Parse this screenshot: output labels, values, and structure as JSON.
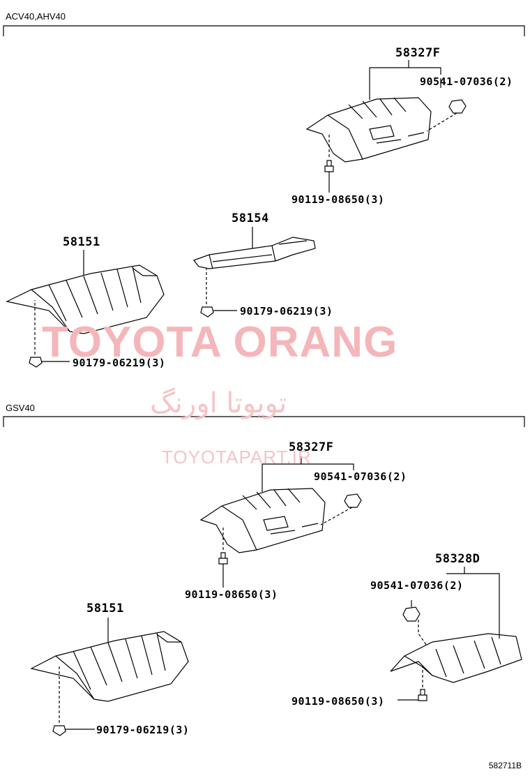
{
  "sections": [
    {
      "label": "ACV40,AHV40",
      "parts": {
        "upper_cover": "58327F",
        "upper_clip": "90541-07036(2)",
        "upper_bolt": "90119-08650(3)",
        "middle_plate": "58154",
        "middle_nut": "90179-06219(3)",
        "lower_cover": "58151",
        "lower_nut": "90179-06219(3)"
      }
    },
    {
      "label": "GSV40",
      "parts": {
        "upper_cover": "58327F",
        "upper_clip": "90541-07036(2)",
        "upper_bolt": "90119-08650(3)",
        "right_cover": "58328D",
        "right_clip": "90541-07036(2)",
        "right_bolt": "90119-08650(3)",
        "lower_cover": "58151",
        "lower_nut": "90179-06219(3)"
      }
    }
  ],
  "watermark": {
    "latin": "TOYOTA ORANG",
    "farsi": "تویوتا اورنگ",
    "url": "TOYOTAPART.IR"
  },
  "figure_ref": "582711B"
}
